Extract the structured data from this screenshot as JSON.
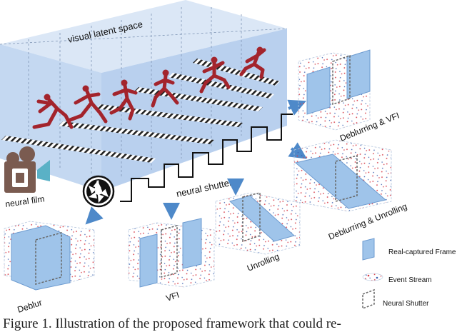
{
  "labels": {
    "latent_space": "visual latent space",
    "neural_shutter": "neural shutter",
    "neural_film": "neural film",
    "deblurring_vfi": "Deblurring & VFI",
    "deblurring_unrolling": "Deblurring & Unrolling",
    "unrolling": "Unrolling",
    "deblur": "Deblur",
    "vfi": "VFI"
  },
  "legend": {
    "frame": "Real-captured Frame",
    "event": "Event Stream",
    "shutter": "Neural Shutter"
  },
  "caption": {
    "text": "Figure 1.   Illustration of the proposed framework that could re-"
  },
  "colors": {
    "latent_fill": "#c9dcf3",
    "frame_fill": "#9fc4ea",
    "runner": "#a3242c",
    "arrow": "#4e89c9",
    "event_red": "#d63c48",
    "film_brown": "#7a5b50"
  }
}
